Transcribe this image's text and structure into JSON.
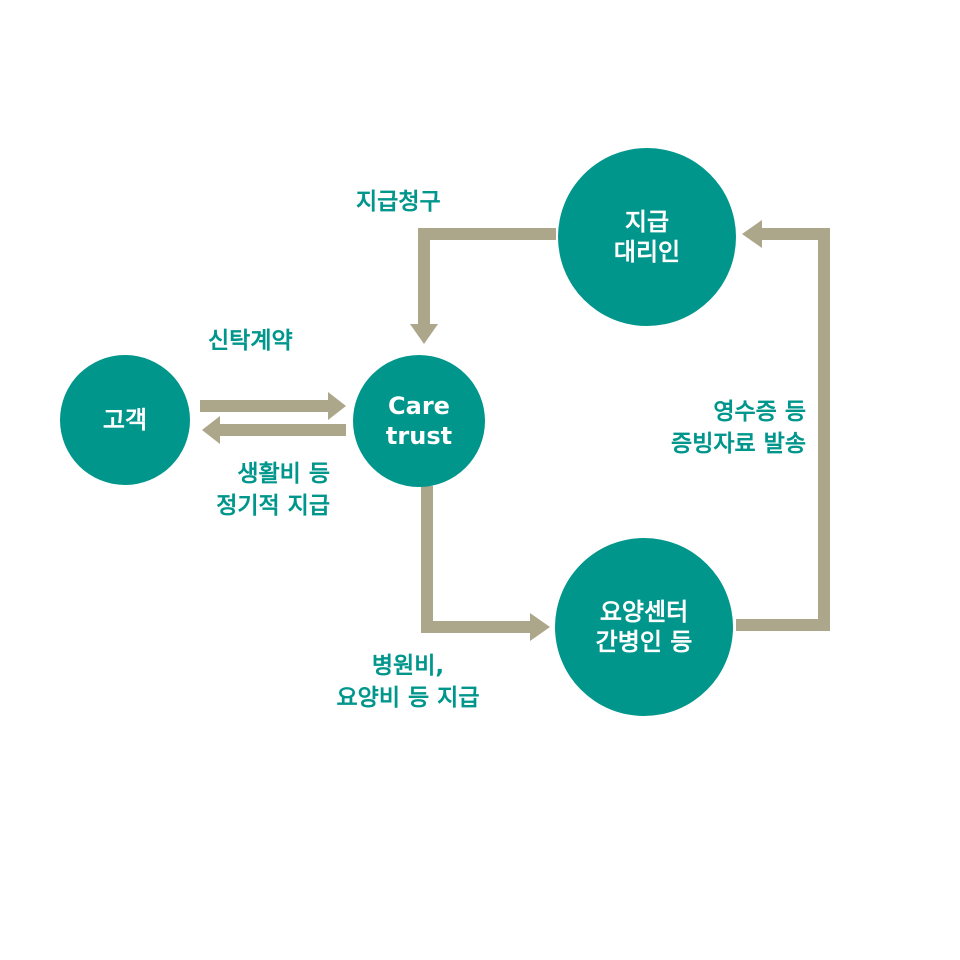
{
  "colors": {
    "node_fill": "#00968c",
    "arrow": "#aca68a",
    "label_text": "#00968c",
    "node_text": "#ffffff"
  },
  "nodes": {
    "customer": {
      "line1": "고객"
    },
    "care_trust": {
      "line1": "Care",
      "line2": "trust"
    },
    "payment_agent": {
      "line1": "지급",
      "line2": "대리인"
    },
    "care_center": {
      "line1": "요양센터",
      "line2": "간병인 등"
    }
  },
  "labels": {
    "trust_contract": "신탁계약",
    "living_expense": {
      "line1": "생활비 등",
      "line2": "정기적 지급"
    },
    "payment_claim": "지급청구",
    "receipt": {
      "line1": "영수증 등",
      "line2": "증빙자료 발송"
    },
    "hospital_fee": {
      "line1": "병원비,",
      "line2": "요양비 등 지급"
    }
  }
}
